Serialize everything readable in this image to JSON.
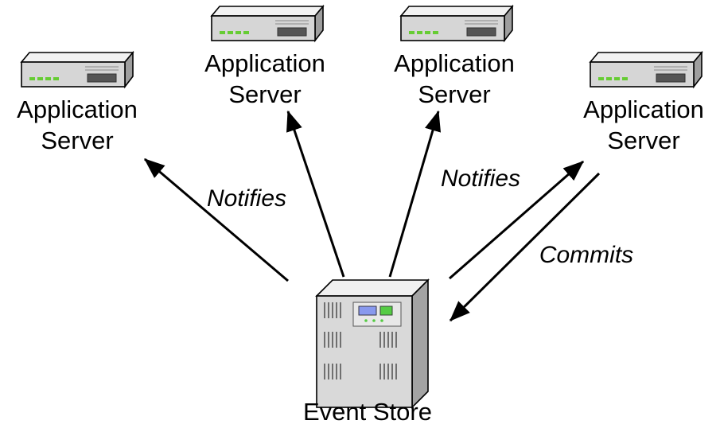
{
  "diagram": {
    "servers": [
      {
        "line1": "Application",
        "line2": "Server"
      },
      {
        "line1": "Application",
        "line2": "Server"
      },
      {
        "line1": "Application",
        "line2": "Server"
      },
      {
        "line1": "Application",
        "line2": "Server"
      }
    ],
    "event_store": {
      "label": "Event Store"
    },
    "edge_labels": {
      "notifies_left": "Notifies",
      "notifies_right": "Notifies",
      "commits": "Commits"
    },
    "colors": {
      "server_body": "#d9d9d9",
      "server_top": "#eeeeee",
      "server_side": "#a8a8a8",
      "led": "#66cc33",
      "screen_blue": "#8899ee",
      "screen_green": "#55cc44",
      "stroke": "#000000"
    },
    "icons": {
      "application_server": "rack-server-icon",
      "event_store": "tower-server-icon"
    }
  }
}
